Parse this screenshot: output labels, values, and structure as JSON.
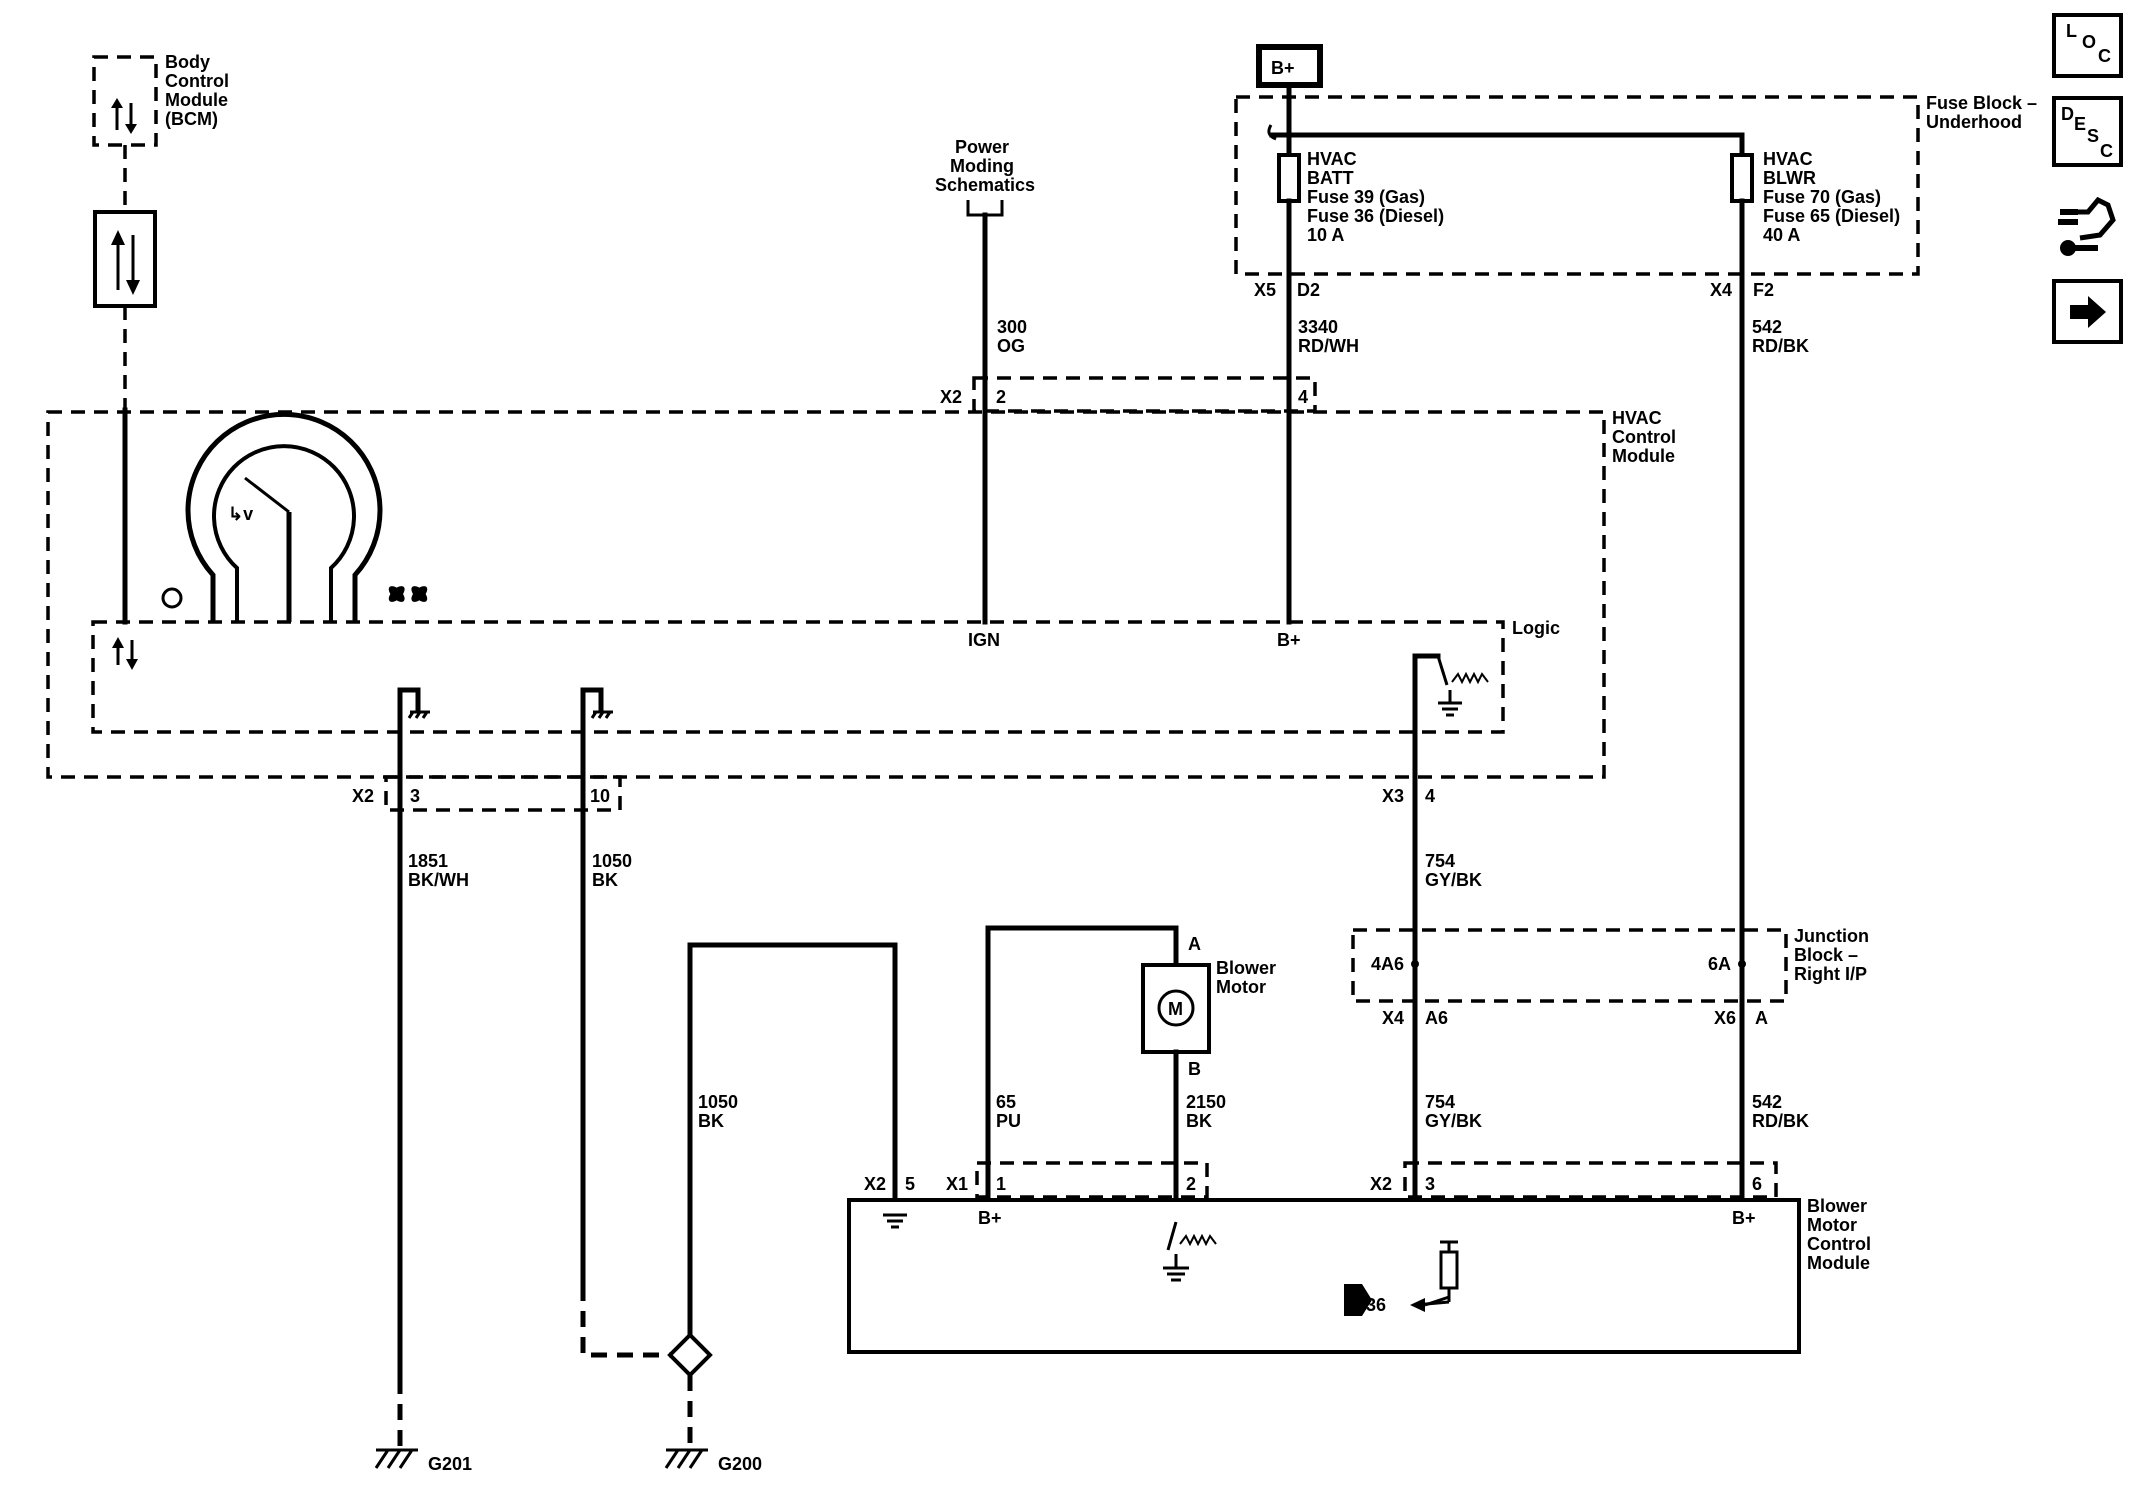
{
  "bcm": {
    "line1": "Body",
    "line2": "Control",
    "line3": "Module",
    "line4": "(BCM)"
  },
  "power_moding": {
    "line1": "Power",
    "line2": "Moding",
    "line3": "Schematics"
  },
  "bplus_source": "B+",
  "fuse_block": {
    "line1": "Fuse Block –",
    "line2": "Underhood"
  },
  "fuse_hvac_batt": {
    "l1": "HVAC",
    "l2": "BATT",
    "l3": "Fuse 39 (Gas)",
    "l4": "Fuse 36 (Diesel)",
    "l5": "10 A"
  },
  "fuse_hvac_blwr": {
    "l1": "HVAC",
    "l2": "BLWR",
    "l3": "Fuse 70 (Gas)",
    "l4": "Fuse 65 (Diesel)",
    "l5": "40 A"
  },
  "fuse_pins": {
    "x5": "X5",
    "d2": "D2",
    "x4": "X4",
    "f2": "F2"
  },
  "wires": {
    "w300": {
      "num": "300",
      "color": "OG"
    },
    "w3340": {
      "num": "3340",
      "color": "RD/WH"
    },
    "w542a": {
      "num": "542",
      "color": "RD/BK"
    },
    "w1851": {
      "num": "1851",
      "color": "BK/WH"
    },
    "w1050a": {
      "num": "1050",
      "color": "BK"
    },
    "w754a": {
      "num": "754",
      "color": "GY/BK"
    },
    "w1050b": {
      "num": "1050",
      "color": "BK"
    },
    "w65": {
      "num": "65",
      "color": "PU"
    },
    "w2150": {
      "num": "2150",
      "color": "BK"
    },
    "w754b": {
      "num": "754",
      "color": "GY/BK"
    },
    "w542b": {
      "num": "542",
      "color": "RD/BK"
    }
  },
  "hvac_module": {
    "line1": "HVAC",
    "line2": "Control",
    "line3": "Module",
    "logic": "Logic",
    "ign": "IGN",
    "bplus": "B+",
    "x2_top": "X2",
    "pin2": "2",
    "pin4": "4",
    "x2_bot": "X2",
    "pin3": "3",
    "pin10": "10",
    "x3": "X3",
    "pin4b": "4"
  },
  "junction_block": {
    "line1": "Junction",
    "line2": "Block –",
    "line3": "Right I/P",
    "left_pin": "4A6",
    "right_pin": "6A",
    "x4": "X4",
    "a6": "A6",
    "x6": "X6",
    "a": "A"
  },
  "blower_motor": {
    "line1": "Blower",
    "line2": "Motor",
    "pin_a": "A",
    "pin_b": "B",
    "symbol": "M"
  },
  "bmcm": {
    "line1": "Blower",
    "line2": "Motor",
    "line3": "Control",
    "line4": "Module",
    "x2a": "X2",
    "pin5": "5",
    "x1": "X1",
    "pin1": "1",
    "pin2": "2",
    "x2b": "X2",
    "pin3": "3",
    "pin6": "6",
    "bplus_left": "B+",
    "bplus_right": "B+"
  },
  "grounds": {
    "g201": "G201",
    "g200": "G200"
  },
  "nav": {
    "loc": {
      "l": "L",
      "o": "O",
      "c": "C"
    },
    "desc": {
      "d": "D",
      "e": "E",
      "s": "S",
      "c": "C"
    },
    "icons": [
      "loc-button-icon",
      "desc-button-icon",
      "connector-tool-icon",
      "next-arrow-icon"
    ]
  }
}
